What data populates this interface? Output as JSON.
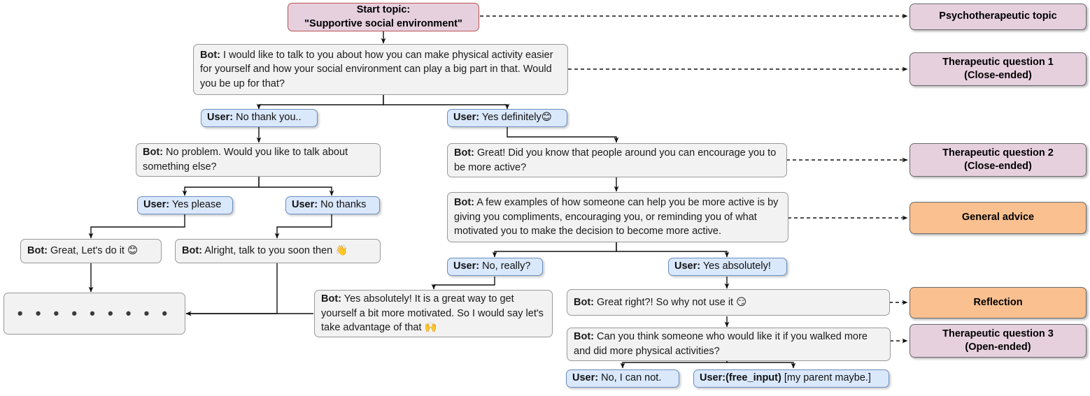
{
  "diagram": {
    "title": "Chatbot dialogue flow — Supportive social environment",
    "colors": {
      "bot_fill": "#f2f2f2",
      "bot_border": "#999999",
      "user_fill": "#dae8fc",
      "user_border": "#6c8ebf",
      "topic_fill": "#e6d0de",
      "topic_border": "#b85450",
      "annotation_pink": "#e6d0de",
      "annotation_orange": "#fac090",
      "annotation_border": "#6b6b6b",
      "edge": "#111111"
    }
  },
  "nodes": {
    "start_topic": {
      "line1": "Start topic:",
      "line2": "\"Supportive social environment\""
    },
    "bot_intro": {
      "speaker": "Bot:",
      "text": " I would like to talk to you about how you can make physical activity easier for yourself and how your social environment can play a big part in that. Would you be up for that?"
    },
    "user_no_thank_you": {
      "speaker": "User:",
      "text": " No thank you.."
    },
    "user_yes_definitely": {
      "speaker": "User:",
      "text": " Yes definitely",
      "emoji": "😊"
    },
    "bot_no_problem": {
      "speaker": "Bot:",
      "text": " No problem. Would you like to talk about something else?"
    },
    "user_yes_please": {
      "speaker": "User:",
      "text": " Yes please"
    },
    "user_no_thanks": {
      "speaker": "User:",
      "text": " No thanks"
    },
    "bot_great_lets_do_it": {
      "speaker": "Bot:",
      "text": " Great, Let's do it ",
      "emoji": "😊"
    },
    "bot_alright_talk_soon": {
      "speaker": "Bot:",
      "text": " Alright, talk to you soon then ",
      "emoji": "👋"
    },
    "ellipsis": {
      "text": "• • • • • • • • •"
    },
    "bot_did_you_know": {
      "speaker": "Bot:",
      "text": " Great! Did you know that people around you can encourage you to be more active?"
    },
    "bot_few_examples": {
      "speaker": "Bot:",
      "text": " A few examples of how someone can help you be more active is by giving you compliments, encouraging you, or reminding you of what motivated you to make the decision to become more active."
    },
    "user_no_really": {
      "speaker": "User:",
      "text": " No, really?"
    },
    "user_yes_absolutely": {
      "speaker": "User:",
      "text": " Yes absolutely!"
    },
    "bot_yes_absolutely": {
      "speaker": "Bot:",
      "text": " Yes absolutely! It is a great way to get yourself a bit more motivated. So I would say let's take advantage of that ",
      "emoji": "🙌"
    },
    "bot_great_right": {
      "speaker": "Bot:",
      "text": " Great right?! So why not use it ",
      "emoji": "😏"
    },
    "bot_can_you_think": {
      "speaker": "Bot:",
      "text": " Can you think someone who would like it if you walked more and did more physical activities?"
    },
    "user_no_i_cannot": {
      "speaker": "User:",
      "text": " No, I can not."
    },
    "user_free_input": {
      "speaker": "User:(free_input)",
      "text": " [my parent maybe.]"
    }
  },
  "annotations": [
    {
      "id": "psychotherapeutic-topic",
      "line1": "Psychotherapeutic topic",
      "line2": "",
      "kind": "pink"
    },
    {
      "id": "therapeutic-question-1",
      "line1": "Therapeutic question 1",
      "line2": "(Close-ended)",
      "kind": "pink"
    },
    {
      "id": "therapeutic-question-2",
      "line1": "Therapeutic question 2",
      "line2": "(Close-ended)",
      "kind": "pink"
    },
    {
      "id": "general-advice",
      "line1": "General advice",
      "line2": "",
      "kind": "orange"
    },
    {
      "id": "reflection",
      "line1": "Reflection",
      "line2": "",
      "kind": "orange"
    },
    {
      "id": "therapeutic-question-3",
      "line1": "Therapeutic question 3",
      "line2": "(Open-ended)",
      "kind": "pink"
    }
  ]
}
